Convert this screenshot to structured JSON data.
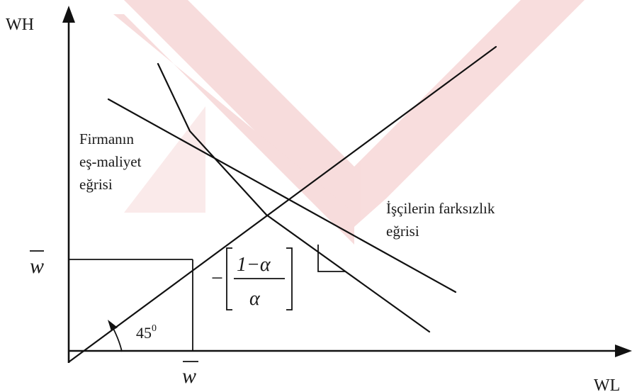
{
  "axes": {
    "y_label": "WH",
    "x_label": "WL"
  },
  "wbar": {
    "y_tick": "w",
    "x_tick": "w"
  },
  "angle_label": "45",
  "angle_sup": "0",
  "slope": {
    "minus": "−",
    "numerator": "1−α",
    "denominator": "α"
  },
  "firm_curve_label": [
    "Firmanın",
    "eş-maliyet",
    "eğrisi"
  ],
  "worker_curve_label": [
    "İşçilerin farksızlık",
    "eğrisi"
  ],
  "colors": {
    "ink": "#111111",
    "watermark": "#d42a2a"
  }
}
